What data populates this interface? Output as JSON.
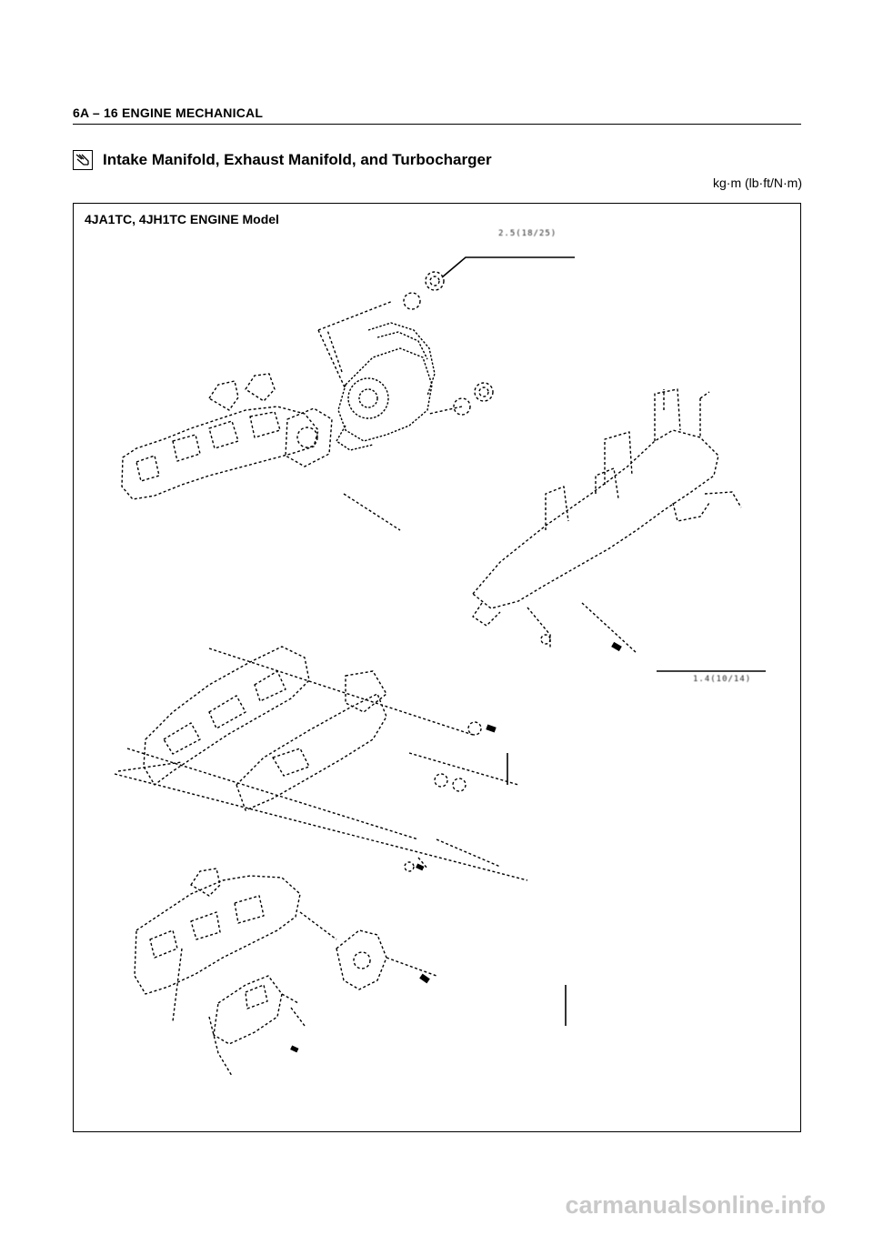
{
  "header": {
    "page_ref": "6A – 16  ENGINE MECHANICAL"
  },
  "section": {
    "icon": "exploded-view-icon",
    "title": "Intake Manifold, Exhaust Manifold, and Turbocharger",
    "units": "kg·m (lb·ft/N·m)"
  },
  "figure": {
    "model_label": "4JA1TC, 4JH1TC ENGINE Model",
    "torque_specs": [
      {
        "line1": "2.5(18/25)",
        "line2": ""
      },
      {
        "line1": "1.4(10/14)",
        "line2": ""
      },
      {
        "line1": "",
        "line2": ""
      },
      {
        "line1": "",
        "line2": ""
      }
    ]
  },
  "footer": {
    "watermark": "carmanualsonline.info"
  }
}
